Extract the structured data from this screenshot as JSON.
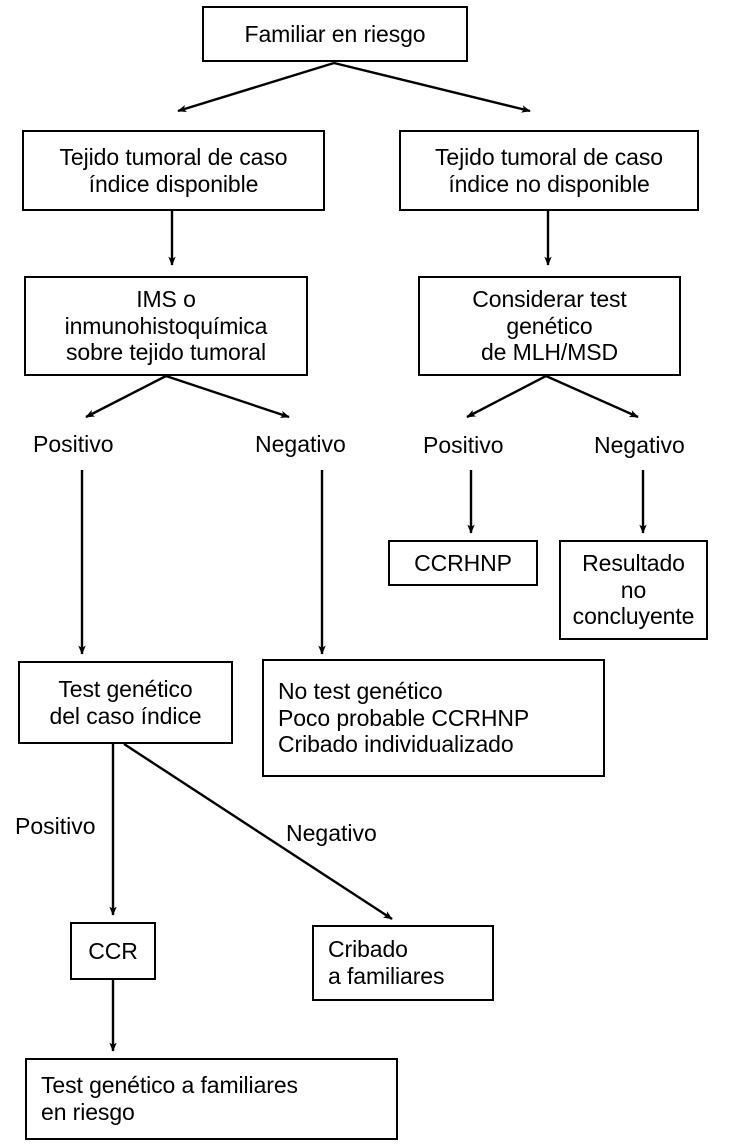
{
  "diagram": {
    "title": "Familiar en riesgo",
    "language": "es",
    "type": "flowchart",
    "orientation": "top-down",
    "line_color": "#000000",
    "box_fill": "#ffffff",
    "text_color": "#000000"
  },
  "nodes": {
    "root": {
      "lines": [
        "Familiar en riesgo"
      ]
    },
    "tissue_available": {
      "lines": [
        "Tejido tumoral de caso",
        "índice disponible"
      ]
    },
    "tissue_not_available": {
      "lines": [
        "Tejido tumoral de caso",
        "índice no disponible"
      ]
    },
    "ims_ihc": {
      "lines": [
        "IMS o",
        "inmunohistoquímica",
        "sobre tejido tumoral"
      ]
    },
    "consider_genetic": {
      "lines": [
        "Considerar test",
        "genético",
        "de MLH/MSD"
      ]
    },
    "ccrhnp": {
      "lines": [
        "CCRHNP"
      ]
    },
    "inconclusive": {
      "lines": [
        "Resultado",
        "no",
        "concluyente"
      ]
    },
    "genetic_index_case": {
      "lines": [
        "Test genético",
        "del caso índice"
      ]
    },
    "no_genetic_test": {
      "lines": [
        "No test genético",
        "Poco probable CCRHNP",
        "Cribado individualizado"
      ]
    },
    "ccr": {
      "lines": [
        "CCR"
      ]
    },
    "family_screening": {
      "lines": [
        "Cribado",
        "a familiares"
      ]
    },
    "genetic_test_relatives": {
      "lines": [
        "Test genético a familiares",
        "en riesgo"
      ]
    }
  },
  "edge_labels": {
    "left_positive": "Positivo",
    "left_negative": "Negativo",
    "right_positive": "Positivo",
    "right_negative": "Negativo",
    "bottom_positive": "Positivo",
    "bottom_negative": "Negativo"
  }
}
